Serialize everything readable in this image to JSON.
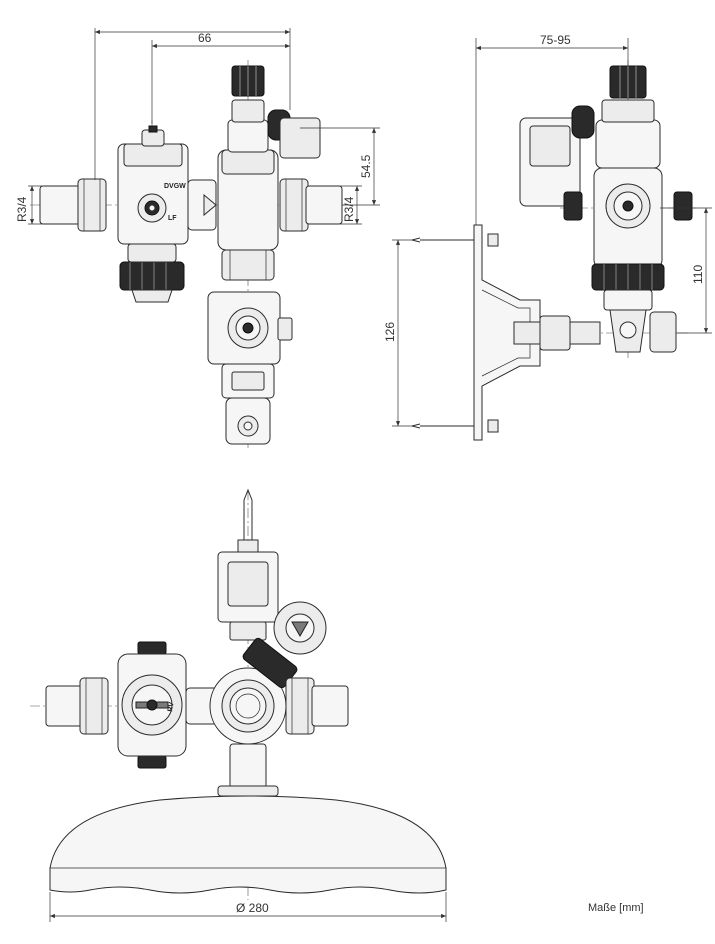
{
  "dimensions": {
    "top_width": "66",
    "thread_left": "R3/4",
    "thread_right": "R3/4",
    "height_upper": "54.5",
    "side_width": "75-95",
    "side_height_110": "110",
    "side_height_126": "126",
    "diameter": "Ø 280"
  },
  "markings": {
    "dvgw": "DVGW",
    "lf": "LF",
    "rv": "RV"
  },
  "caption": "Maße [mm]"
}
